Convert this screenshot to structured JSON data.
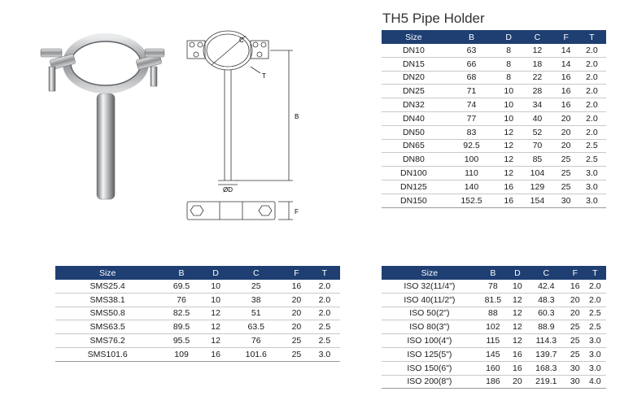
{
  "title": "TH5 Pipe Holder",
  "columns": [
    "Size",
    "B",
    "D",
    "C",
    "F",
    "T"
  ],
  "drawing_labels": {
    "c": "C",
    "t": "T",
    "b": "B",
    "d": "ØD",
    "f": "F"
  },
  "table_dn": [
    [
      "DN10",
      "63",
      "8",
      "12",
      "14",
      "2.0"
    ],
    [
      "DN15",
      "66",
      "8",
      "18",
      "14",
      "2.0"
    ],
    [
      "DN20",
      "68",
      "8",
      "22",
      "16",
      "2.0"
    ],
    [
      "DN25",
      "71",
      "10",
      "28",
      "16",
      "2.0"
    ],
    [
      "DN32",
      "74",
      "10",
      "34",
      "16",
      "2.0"
    ],
    [
      "DN40",
      "77",
      "10",
      "40",
      "20",
      "2.0"
    ],
    [
      "DN50",
      "83",
      "12",
      "52",
      "20",
      "2.0"
    ],
    [
      "DN65",
      "92.5",
      "12",
      "70",
      "20",
      "2.5"
    ],
    [
      "DN80",
      "100",
      "12",
      "85",
      "25",
      "2.5"
    ],
    [
      "DN100",
      "110",
      "12",
      "104",
      "25",
      "3.0"
    ],
    [
      "DN125",
      "140",
      "16",
      "129",
      "25",
      "3.0"
    ],
    [
      "DN150",
      "152.5",
      "16",
      "154",
      "30",
      "3.0"
    ]
  ],
  "table_sms": [
    [
      "SMS25.4",
      "69.5",
      "10",
      "25",
      "16",
      "2.0"
    ],
    [
      "SMS38.1",
      "76",
      "10",
      "38",
      "20",
      "2.0"
    ],
    [
      "SMS50.8",
      "82.5",
      "12",
      "51",
      "20",
      "2.0"
    ],
    [
      "SMS63.5",
      "89.5",
      "12",
      "63.5",
      "20",
      "2.5"
    ],
    [
      "SMS76.2",
      "95.5",
      "12",
      "76",
      "25",
      "2.5"
    ],
    [
      "SMS101.6",
      "109",
      "16",
      "101.6",
      "25",
      "3.0"
    ]
  ],
  "table_iso": [
    [
      "ISO 32(11/4\")",
      "78",
      "10",
      "42.4",
      "16",
      "2.0"
    ],
    [
      "ISO 40(11/2\")",
      "81.5",
      "12",
      "48.3",
      "20",
      "2.0"
    ],
    [
      "ISO 50(2\")",
      "88",
      "12",
      "60.3",
      "20",
      "2.5"
    ],
    [
      "ISO 80(3\")",
      "102",
      "12",
      "88.9",
      "25",
      "2.5"
    ],
    [
      "ISO 100(4\")",
      "115",
      "12",
      "114.3",
      "25",
      "3.0"
    ],
    [
      "ISO 125(5\")",
      "145",
      "16",
      "139.7",
      "25",
      "3.0"
    ],
    [
      "ISO 150(6\")",
      "160",
      "16",
      "168.3",
      "30",
      "3.0"
    ],
    [
      "ISO 200(8\")",
      "186",
      "20",
      "219.1",
      "30",
      "4.0"
    ]
  ],
  "colors": {
    "header_bg": "#1f3f73",
    "header_text": "#ffffff",
    "row_line": "#c9c9c9"
  }
}
